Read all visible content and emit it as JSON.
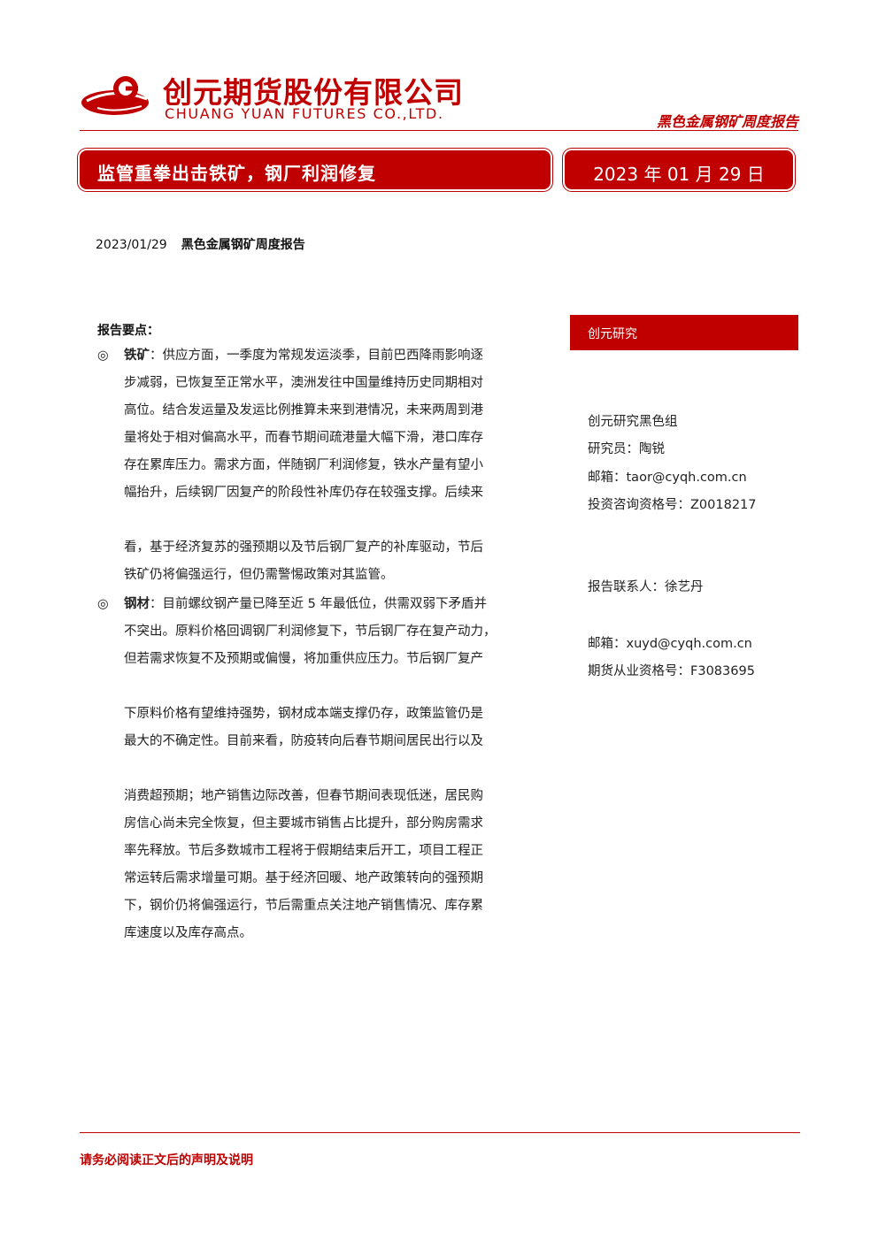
{
  "header": {
    "company_cn": "创元期货股份有限公司",
    "company_en": "CHUANG YUAN FUTURES CO.,LTD.",
    "report_type": "黑色金属钢矿周度报告"
  },
  "title_banner": {
    "title": "监管重拳出击铁矿，钢厂利润修复",
    "date": "2023 年 01 月 29 日"
  },
  "subline": {
    "date": "2023/01/29",
    "title": "黑色金属钢矿周度报告"
  },
  "key_points": {
    "heading": "报告要点：",
    "bullet_symbol": "◎",
    "iron_ore": {
      "lead": "铁矿",
      "lines": [
        "：供应方面，一季度为常规发运淡季，目前巴西降雨影响逐",
        "步减弱，已恢复至正常水平，澳洲发往中国量维持历史同期相对",
        "高位。结合发运量及发运比例推算未来到港情况，未来两周到港",
        "量将处于相对偏高水平，而春节期间疏港量大幅下滑，港口库存",
        "存在累库压力。需求方面，伴随钢厂利润修复，铁水产量有望小",
        "幅抬升，后续钢厂因复产的阶段性补库仍存在较强支撑。后续来",
        "看，基于经济复苏的强预期以及节后钢厂复产的补库驱动，节后",
        "铁矿仍将偏强运行，但仍需警惕政策对其监管。"
      ]
    },
    "steel": {
      "lead": "钢材",
      "lines": [
        "：目前螺纹钢产量已降至近 5 年最低位，供需双弱下矛盾并",
        "不突出。原料价格回调钢厂利润修复下，节后钢厂存在复产动力，",
        "但若需求恢复不及预期或偏慢，将加重供应压力。节后钢厂复产",
        "下原料价格有望维持强势，钢材成本端支撑仍存，政策监管仍是",
        "最大的不确定性。目前来看，防疫转向后春节期间居民出行以及",
        "消费超预期；地产销售边际改善，但春节期间表现低迷，居民购",
        "房信心尚未完全恢复，但主要城市销售占比提升，部分购房需求",
        "率先释放。节后多数城市工程将于假期结束后开工，项目工程正",
        "常运转后需求增量可期。基于经济回暖、地产政策转向的强预期",
        "下，钢价仍将偏强运行，节后需重点关注地产销售情况、库存累",
        "库速度以及库存高点。"
      ]
    }
  },
  "sidebar": {
    "heading": "创元研究",
    "group": "创元研究黑色组",
    "researcher": "研究员：陶锐",
    "researcher_email": "邮箱：taor@cyqh.com.cn",
    "researcher_license": "投资咨询资格号：Z0018217",
    "contact": "报告联系人：徐艺丹",
    "contact_email": "邮箱：xuyd@cyqh.com.cn",
    "contact_license": "期货从业资格号：F3083695"
  },
  "footer": {
    "note": "请务必阅读正文后的声明及说明"
  },
  "colors": {
    "brand_red": "#c00000"
  }
}
